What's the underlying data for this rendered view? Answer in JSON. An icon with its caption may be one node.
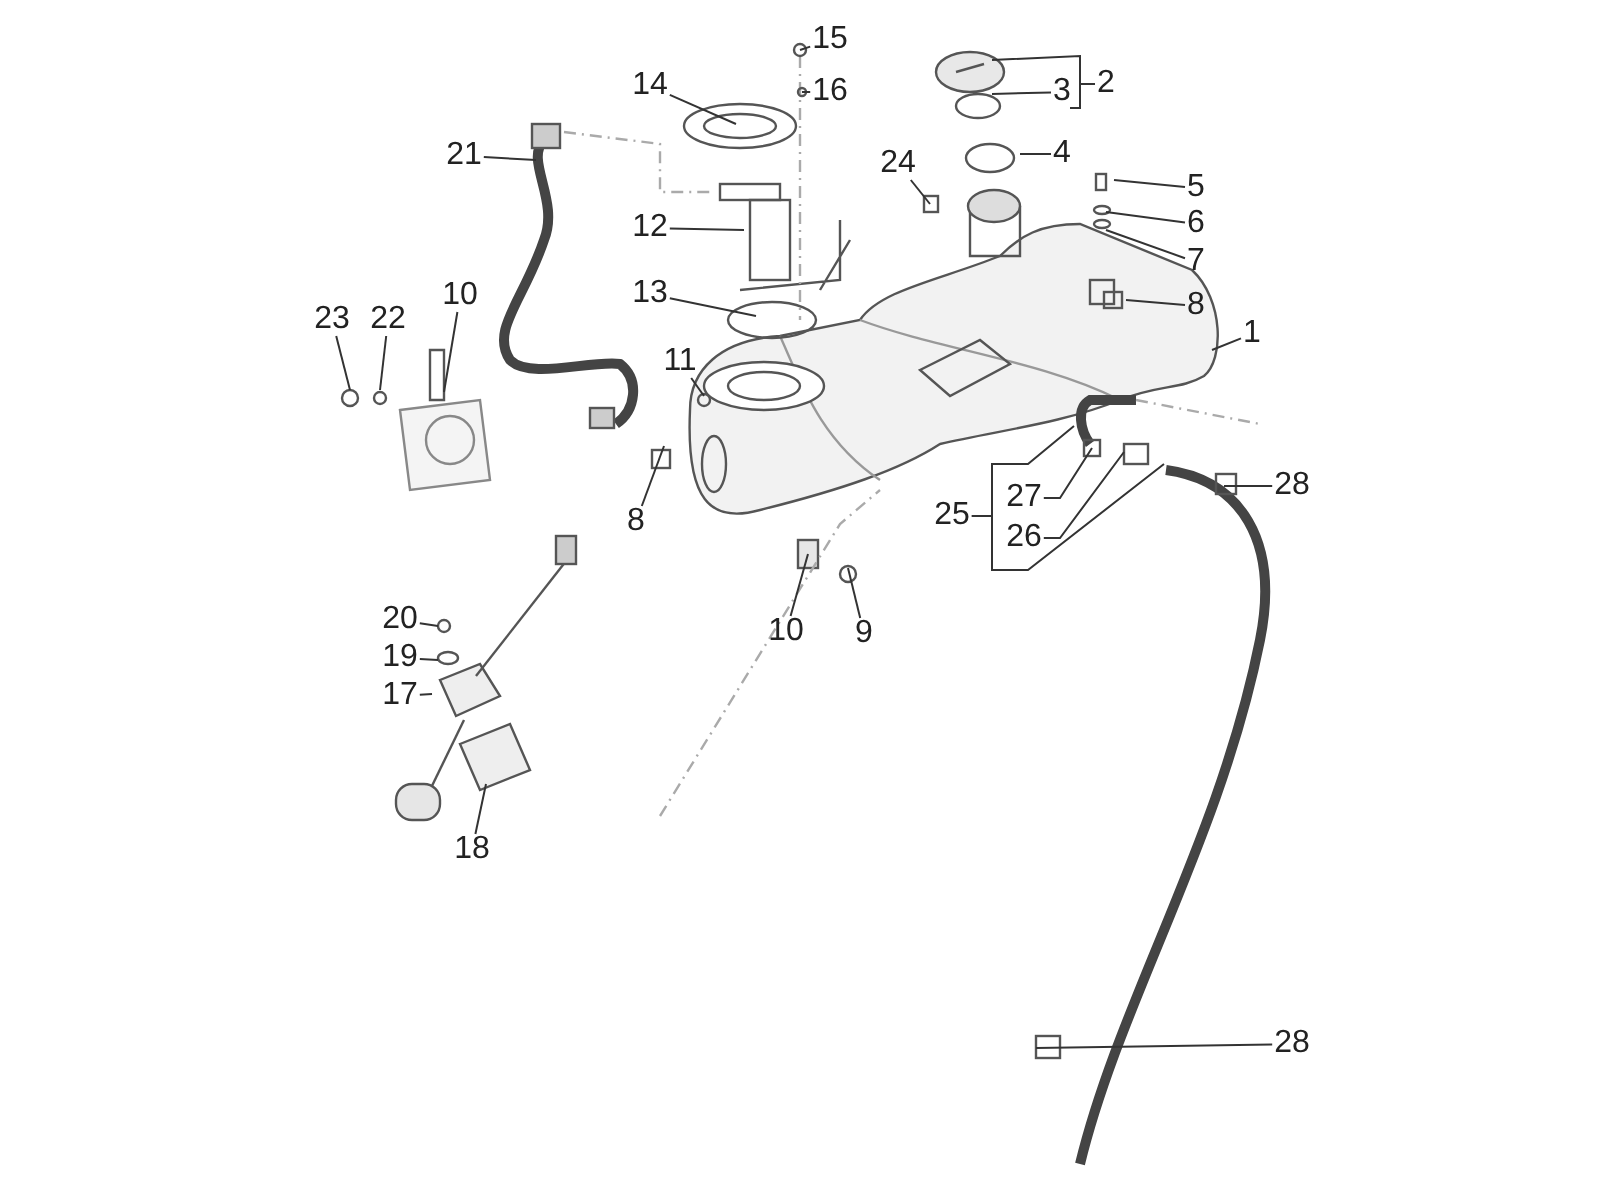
{
  "diagram": {
    "nodes": [
      {
        "text": [
          "15"
        ]
      },
      {
        "text": [
          "2"
        ]
      },
      {
        "text": [
          "14"
        ]
      },
      {
        "text": [
          "16"
        ]
      },
      {
        "text": [
          "3"
        ]
      },
      {
        "text": [
          "21"
        ]
      },
      {
        "text": [
          "24"
        ]
      },
      {
        "text": [
          "4"
        ]
      },
      {
        "text": [
          "5"
        ]
      },
      {
        "text": [
          "6"
        ]
      },
      {
        "text": [
          "7"
        ]
      },
      {
        "text": [
          "12"
        ]
      },
      {
        "text": [
          "8"
        ]
      },
      {
        "text": [
          "13"
        ]
      },
      {
        "text": [
          "10"
        ]
      },
      {
        "text": [
          "23"
        ]
      },
      {
        "text": [
          "22"
        ]
      },
      {
        "text": [
          "1"
        ]
      },
      {
        "text": [
          "11"
        ]
      },
      {
        "text": [
          "27"
        ]
      },
      {
        "text": [
          "8"
        ]
      },
      {
        "text": [
          "25"
        ]
      },
      {
        "text": [
          "28"
        ]
      },
      {
        "text": [
          "26"
        ]
      },
      {
        "text": [
          "10"
        ]
      },
      {
        "text": [
          "9"
        ]
      },
      {
        "text": [
          "20"
        ]
      },
      {
        "text": [
          "19"
        ]
      },
      {
        "text": [
          "17"
        ]
      },
      {
        "text": [
          "18"
        ]
      },
      {
        "text": [
          "28"
        ]
      }
    ],
    "edges": [
      {
        "from": 0,
        "to": null,
        "arrow": "none"
      },
      {
        "from": 1,
        "to": null,
        "arrow": "none"
      },
      {
        "from": 2,
        "to": null,
        "arrow": "none"
      },
      {
        "from": 3,
        "to": null,
        "arrow": "none"
      },
      {
        "from": 4,
        "to": null,
        "arrow": "none"
      },
      {
        "from": 5,
        "to": null,
        "arrow": "none"
      },
      {
        "from": 6,
        "to": null,
        "arrow": "none"
      },
      {
        "from": 7,
        "to": null,
        "arrow": "none"
      },
      {
        "from": 8,
        "to": null,
        "arrow": "none"
      },
      {
        "from": 9,
        "to": null,
        "arrow": "none"
      },
      {
        "from": 10,
        "to": null,
        "arrow": "none"
      },
      {
        "from": 11,
        "to": null,
        "arrow": "none"
      },
      {
        "from": 12,
        "to": null,
        "arrow": "none"
      },
      {
        "from": 13,
        "to": null,
        "arrow": "none"
      },
      {
        "from": 14,
        "to": null,
        "arrow": "none"
      },
      {
        "from": 15,
        "to": null,
        "arrow": "none"
      },
      {
        "from": 16,
        "to": null,
        "arrow": "none"
      },
      {
        "from": 17,
        "to": null,
        "arrow": "none"
      },
      {
        "from": 18,
        "to": null,
        "arrow": "none"
      },
      {
        "from": 19,
        "to": null,
        "arrow": "none"
      },
      {
        "from": 20,
        "to": null,
        "arrow": "none"
      },
      {
        "from": 21,
        "to": null,
        "arrow": "none"
      },
      {
        "from": 21,
        "to": null,
        "arrow": "none"
      },
      {
        "from": 22,
        "to": null,
        "arrow": "none"
      },
      {
        "from": 23,
        "to": null,
        "arrow": "none"
      },
      {
        "from": 24,
        "to": null,
        "arrow": "none"
      },
      {
        "from": 25,
        "to": null,
        "arrow": "none"
      },
      {
        "from": 26,
        "to": null,
        "arrow": "none"
      },
      {
        "from": 27,
        "to": null,
        "arrow": "none"
      },
      {
        "from": 28,
        "to": null,
        "arrow": "none"
      },
      {
        "from": 29,
        "to": null,
        "arrow": "none"
      },
      {
        "from": 30,
        "to": null,
        "arrow": "none"
      }
    ]
  }
}
